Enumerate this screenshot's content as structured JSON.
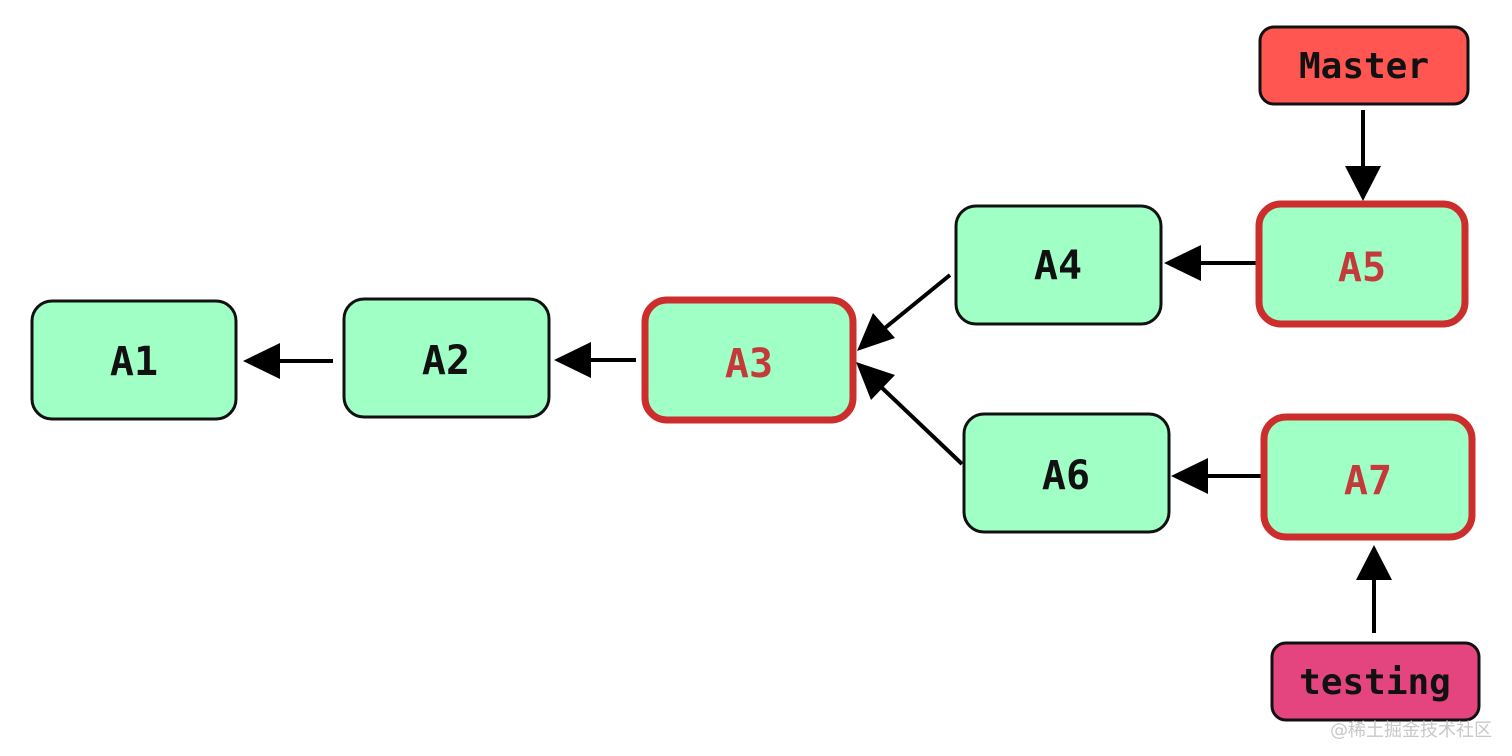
{
  "colors": {
    "node_fill": "#9fffc4",
    "node_border": "#111111",
    "highlight_border": "#cc2e2e",
    "highlight_text": "#c43a3a",
    "text": "#111111",
    "master_fill": "#ff5652",
    "testing_fill": "#e5457e",
    "arrow": "#000000"
  },
  "nodes": {
    "a1": {
      "label": "A1",
      "highlighted": false
    },
    "a2": {
      "label": "A2",
      "highlighted": false
    },
    "a3": {
      "label": "A3",
      "highlighted": true
    },
    "a4": {
      "label": "A4",
      "highlighted": false
    },
    "a5": {
      "label": "A5",
      "highlighted": true
    },
    "a6": {
      "label": "A6",
      "highlighted": false
    },
    "a7": {
      "label": "A7",
      "highlighted": true
    }
  },
  "branches": {
    "master": {
      "label": "Master",
      "points_to": "A5"
    },
    "testing": {
      "label": "testing",
      "points_to": "A7"
    }
  },
  "edges": [
    {
      "from": "A2",
      "to": "A1"
    },
    {
      "from": "A3",
      "to": "A2"
    },
    {
      "from": "A4",
      "to": "A3"
    },
    {
      "from": "A6",
      "to": "A3"
    },
    {
      "from": "A5",
      "to": "A4"
    },
    {
      "from": "A7",
      "to": "A6"
    },
    {
      "from": "Master",
      "to": "A5"
    },
    {
      "from": "testing",
      "to": "A7"
    }
  ],
  "watermark": "@稀土掘金技术社区"
}
